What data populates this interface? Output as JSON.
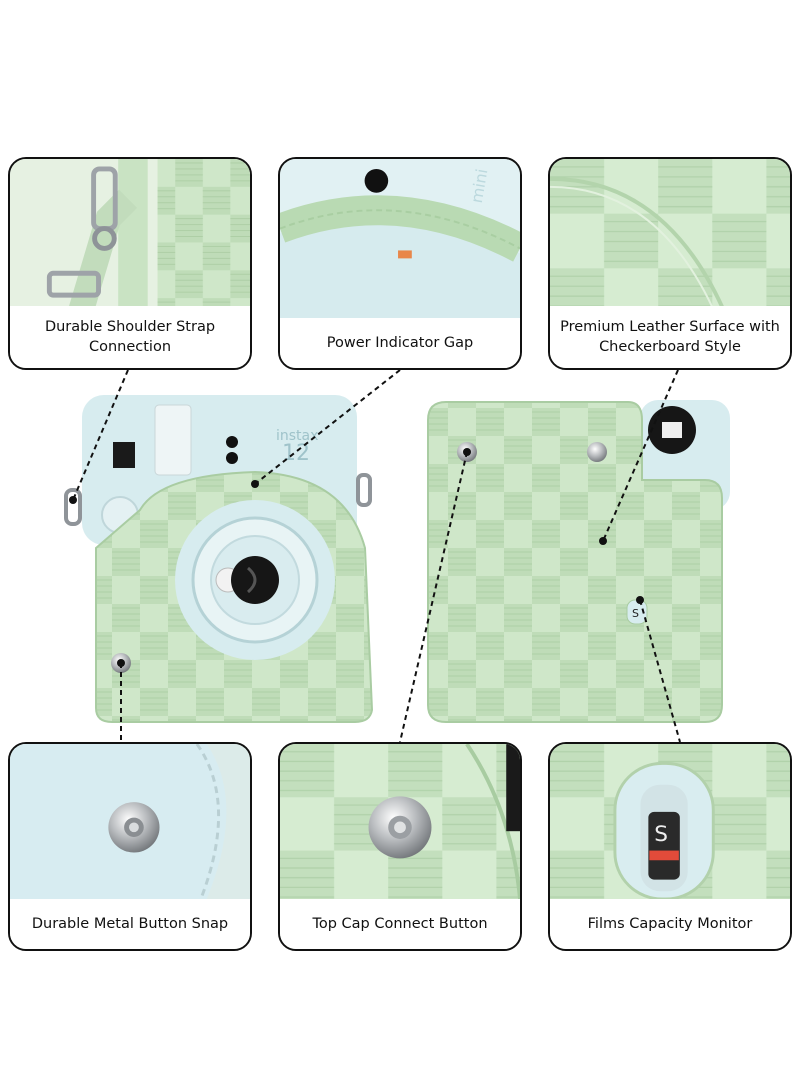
{
  "callouts": {
    "shoulder_strap": "Durable Shoulder Strap Connection",
    "power_indicator": "Power Indicator Gap",
    "leather_surface": "Premium Leather Surface with Checkerboard Style",
    "metal_button": "Durable Metal Button Snap",
    "top_cap": "Top Cap Connect Button",
    "films_monitor": "Films Capacity Monitor"
  },
  "camera_text": {
    "brand": "instax",
    "model_number": "12",
    "mini_badge": "mini",
    "counter_letter": "S"
  },
  "colors": {
    "case_green": "#cfe7c9",
    "case_green_dark": "#b6d6b0",
    "camera_blue": "#d7ecef",
    "outline": "#111111"
  }
}
